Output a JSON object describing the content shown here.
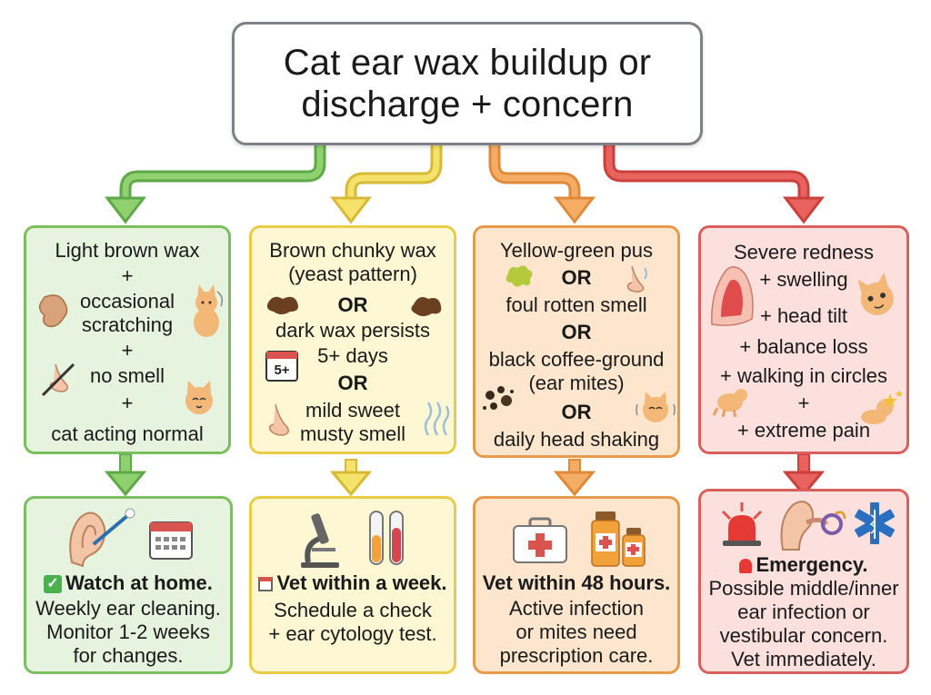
{
  "title": {
    "line1": "Cat ear wax buildup or",
    "line2": "discharge + concern"
  },
  "colors": {
    "green": "#7bbf5f",
    "yellow": "#e9cc47",
    "orange": "#e69a4c",
    "red": "#d9605c"
  },
  "branches": [
    {
      "condition": [
        "Light brown wax",
        "+",
        "occasional",
        "scratching",
        "+",
        "no smell",
        "+",
        "cat acting normal"
      ],
      "icons": [
        "wax-glob-icon",
        "scratching-cat-icon",
        "no-smell-nose-icon",
        "calm-cat-icon"
      ],
      "result_icons": [
        "ear-cleaning-icon",
        "calendar-icon"
      ],
      "result_title": "Watch at home.",
      "result_title_icon": "check-mark-icon",
      "result_text": [
        "Weekly ear cleaning.",
        "Monitor 1-2 weeks",
        "for changes."
      ]
    },
    {
      "condition": [
        "Brown chunky wax",
        "(yeast pattern)",
        "OR",
        "dark wax persists",
        "5+ days",
        "OR",
        "mild sweet",
        "musty smell"
      ],
      "calendar_label": "5+",
      "icons": [
        "brown-wax-icon",
        "brown-wax-icon",
        "calendar-5-plus-icon",
        "nose-icon",
        "smell-waves-icon"
      ],
      "result_icons": [
        "microscope-icon",
        "test-tubes-icon"
      ],
      "result_title": "Vet within a week.",
      "result_title_icon": "calendar-icon",
      "result_text": [
        "Schedule a check",
        "+ ear cytology test."
      ]
    },
    {
      "condition": [
        "Yellow-green pus",
        "OR",
        "foul rotten smell",
        "OR",
        "black coffee-ground",
        "(ear mites)",
        "OR",
        "daily head shaking"
      ],
      "icons": [
        "pus-splat-icon",
        "nose-icon",
        "coffee-ground-icon",
        "head-shaking-cat-icon"
      ],
      "result_icons": [
        "first-aid-kit-icon",
        "medicine-bottles-icon"
      ],
      "result_title": "Vet within 48 hours.",
      "result_text": [
        "Active infection",
        "or mites need",
        "prescription care."
      ]
    },
    {
      "condition": [
        "Severe redness",
        "+ swelling",
        "+ head tilt",
        "+ balance loss",
        "+ walking in circles",
        "+",
        "+ extreme pain"
      ],
      "icons": [
        "inflamed-ear-icon",
        "head-tilt-cat-icon",
        "rolling-cat-icon",
        "dizzy-cat-icon"
      ],
      "result_icons": [
        "siren-icon",
        "inner-ear-icon",
        "medical-star-icon"
      ],
      "result_title": "Emergency.",
      "result_title_icon": "siren-icon",
      "result_text": [
        "Possible middle/inner",
        "ear infection or",
        "vestibular concern.",
        "Vet immediately."
      ]
    }
  ]
}
